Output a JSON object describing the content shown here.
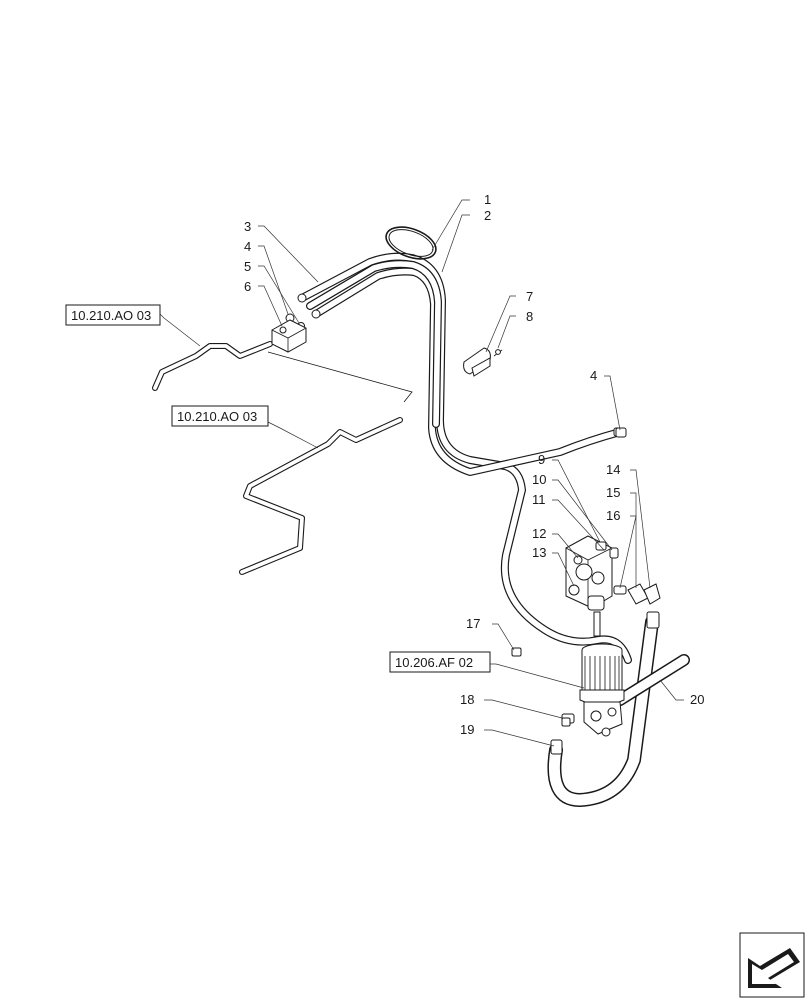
{
  "callouts": [
    "1",
    "2",
    "3",
    "4",
    "5",
    "6",
    "7",
    "8",
    "4",
    "9",
    "10",
    "11",
    "12",
    "13",
    "14",
    "15",
    "16",
    "17",
    "18",
    "19",
    "20"
  ],
  "references": [
    "10.210.AO 03",
    "10.210.AO 03",
    "10.206.AF 02"
  ],
  "icons": {
    "corner": "direction-arrow-icon"
  }
}
